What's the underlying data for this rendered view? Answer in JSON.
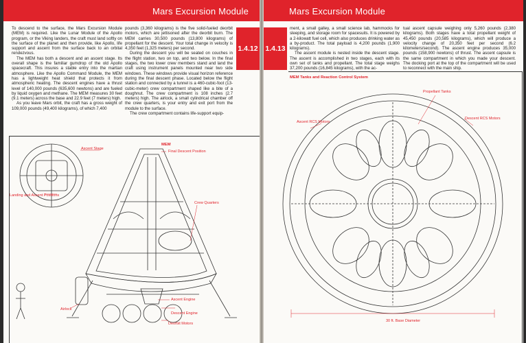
{
  "left_page": {
    "header_title": "Mars Excursion Module",
    "page_tab": "1.4.12",
    "col1": [
      "To descend to the surface, the Mars Excursion Module (MEM) is required. Like the Lunar Module of the Apollo program, or the Viking landers, the craft must land softly on the surface of the planet and then provide, like Apollo, life support and ascent from the surface back to an orbital rendezvous.",
      "The MEM has both a descent and an ascent stage. Its overall shape is the familiar gumdrop of the old Apollo spacecraft. This insures a stable entry into the martian atmosphere. Like the Apollo Command Module, the MEM has a lightweight heat shield that protects it from atmospheric heating. The descent engines have a thrust level of 140,000 pounds (635,600 newtons) and are fueled by liquid oxygen and methane. The MEM measures 30 feet (9.1 meters) across the base and 22.9 feet (7 meters) high.",
      "As you leave Mars orbit, the craft has a gross weight of 109,000 pounds (49,400 kilograms), of which 7,400"
    ],
    "col2": [
      "pounds (3,360 kilograms) is the five solid-fueled deorbit motors, which are jettisoned after the deorbit burn. The MEM carries 30,500 pounds (13,800 kilograms) of propellant for the descent. Your total change in velocity is 4,350 feet (1,325 meters) per second.",
      "During the descent you will be seated on couches in the flight station, two on top, and two below. In the final stages, the two lower crew members stand and land the craft using instrument panels mounted near two side windows. These windows provide visual horizon reference during the final descent phase. Located below the flight station and connected by a tunnel is a 460-cubic-foot (13-cubic-meter) crew compartment shaped like a bite of a doughnut. The crew compartment is 108 inches (2.7 meters) high. The airlock, a small cylindrical chamber off the crew quarters, is your entry and exit port from the module to the surface.",
      "The crew compartment contains life-support equip-"
    ],
    "figure_title": "MEM",
    "callouts": {
      "ascent_stage": "Ascent Stage",
      "final_descent": "Final Descent Position",
      "landing_ascent": "Landing and Ascent Positions",
      "crew_quarters": "Crew Quarters",
      "ascent_engine": "Ascent Engine",
      "airlock": "Airlock",
      "descent_engine": "Descent Engine",
      "deorbit_motors": "Deorbit Motors"
    }
  },
  "right_page": {
    "header_title": "Mars Excursion Module",
    "page_tab": "1.4.13",
    "col1": [
      "ment, a small galley, a small science lab, hammocks for sleeping, and storage room for spacesuits. It is powered by a 2-kilowatt fuel cell, which also produces drinking water as a by-product. The total payload is 4,200 pounds (1,900 kilograms).",
      "The ascent module is nested inside the descent stage. The ascent is accomplished in two stages, each with its own set of tanks and propellant. The total stage weighs 37,200 pounds (16,845 kilograms), with the ac-"
    ],
    "col2": [
      "tual ascent capsule weighing only 5,260 pounds (2,380 kilograms). Both stages have a total propellant weight of 45,450 pounds (20,585 kilograms), which will produce a velocity change of 20,350 feet per second (6.2 kilometers/second). The ascent engine produces 35,000 pounds (158,900 newtons) of thrust. The ascent capsule is the same compartment in which you made your descent. The docking port at the top of the compartment will be used to reconnect with the main ship."
    ],
    "figure_title": "MEM Tanks and Reaction Control System",
    "callouts": {
      "propellant_tanks": "Propellant Tanks",
      "ascent_rcs": "Ascent RCS Motors",
      "descent_rcs": "Descent RCS Motors",
      "base_diameter": "30 ft. Base Diameter"
    }
  },
  "colors": {
    "accent": "#e0232b",
    "paper": "#fbfaf7",
    "ink": "#222222"
  }
}
